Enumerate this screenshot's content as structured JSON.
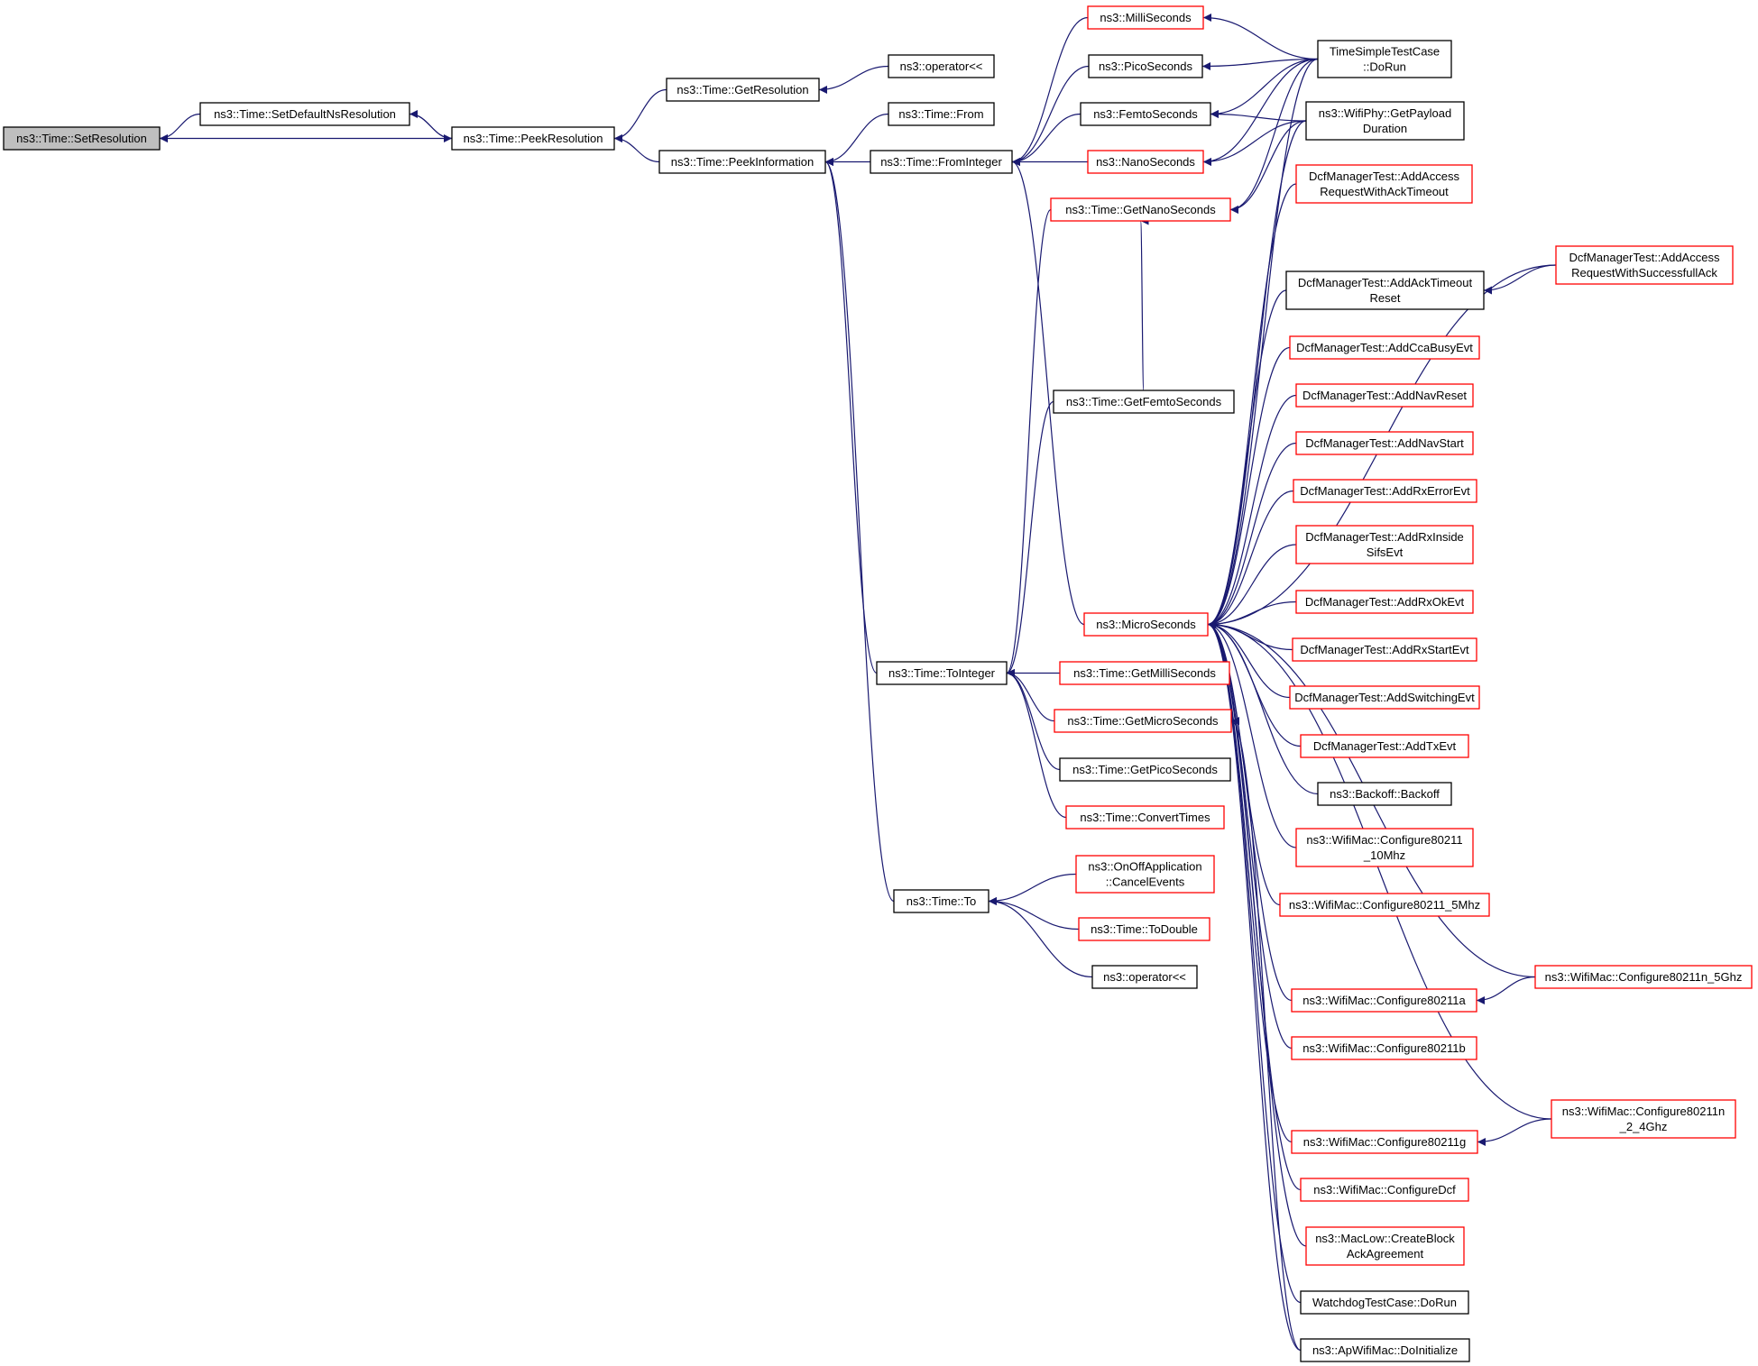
{
  "colors": {
    "edge": "#191970",
    "border_default": "#000000",
    "border_truncated": "#ff0000",
    "fill_default": "#ffffff",
    "fill_focus": "#bfbfbf"
  },
  "nodes": [
    {
      "id": "set_resolution",
      "lines": [
        "ns3::Time::SetResolution"
      ],
      "style": "focus"
    },
    {
      "id": "set_default_ns_resolution",
      "lines": [
        "ns3::Time::SetDefaultNsResolution"
      ],
      "style": "normal"
    },
    {
      "id": "peek_resolution",
      "lines": [
        "ns3::Time::PeekResolution"
      ],
      "style": "normal"
    },
    {
      "id": "get_resolution",
      "lines": [
        "ns3::Time::GetResolution"
      ],
      "style": "normal"
    },
    {
      "id": "operator_ltlt_1",
      "lines": [
        "ns3::operator<<"
      ],
      "style": "normal"
    },
    {
      "id": "peek_information",
      "lines": [
        "ns3::Time::PeekInformation"
      ],
      "style": "normal"
    },
    {
      "id": "time_from",
      "lines": [
        "ns3::Time::From"
      ],
      "style": "normal"
    },
    {
      "id": "from_integer",
      "lines": [
        "ns3::Time::FromInteger"
      ],
      "style": "normal"
    },
    {
      "id": "milli_seconds",
      "lines": [
        "ns3::MilliSeconds"
      ],
      "style": "truncated"
    },
    {
      "id": "pico_seconds",
      "lines": [
        "ns3::PicoSeconds"
      ],
      "style": "normal"
    },
    {
      "id": "femto_seconds",
      "lines": [
        "ns3::FemtoSeconds"
      ],
      "style": "normal"
    },
    {
      "id": "nano_seconds",
      "lines": [
        "ns3::NanoSeconds"
      ],
      "style": "truncated"
    },
    {
      "id": "get_nano_seconds",
      "lines": [
        "ns3::Time::GetNanoSeconds"
      ],
      "style": "truncated"
    },
    {
      "id": "get_femto_seconds",
      "lines": [
        "ns3::Time::GetFemtoSeconds"
      ],
      "style": "normal"
    },
    {
      "id": "micro_seconds",
      "lines": [
        "ns3::MicroSeconds"
      ],
      "style": "truncated"
    },
    {
      "id": "to_integer",
      "lines": [
        "ns3::Time::ToInteger"
      ],
      "style": "normal"
    },
    {
      "id": "get_milli_seconds",
      "lines": [
        "ns3::Time::GetMilliSeconds"
      ],
      "style": "truncated"
    },
    {
      "id": "get_micro_seconds",
      "lines": [
        "ns3::Time::GetMicroSeconds"
      ],
      "style": "truncated"
    },
    {
      "id": "get_pico_seconds",
      "lines": [
        "ns3::Time::GetPicoSeconds"
      ],
      "style": "normal"
    },
    {
      "id": "convert_times",
      "lines": [
        "ns3::Time::ConvertTimes"
      ],
      "style": "truncated"
    },
    {
      "id": "time_to",
      "lines": [
        "ns3::Time::To"
      ],
      "style": "normal"
    },
    {
      "id": "cancel_events",
      "lines": [
        "ns3::OnOffApplication",
        "::CancelEvents"
      ],
      "style": "truncated"
    },
    {
      "id": "to_double",
      "lines": [
        "ns3::Time::ToDouble"
      ],
      "style": "truncated"
    },
    {
      "id": "operator_ltlt_2",
      "lines": [
        "ns3::operator<<"
      ],
      "style": "normal"
    },
    {
      "id": "time_simple_do_run",
      "lines": [
        "TimeSimpleTestCase",
        "::DoRun"
      ],
      "style": "normal"
    },
    {
      "id": "get_payload_duration",
      "lines": [
        "ns3::WifiPhy::GetPayload",
        "Duration"
      ],
      "style": "normal"
    },
    {
      "id": "add_access_ack_timeout",
      "lines": [
        "DcfManagerTest::AddAccess",
        "RequestWithAckTimeout"
      ],
      "style": "truncated"
    },
    {
      "id": "add_ack_timeout_reset",
      "lines": [
        "DcfManagerTest::AddAckTimeout",
        "Reset"
      ],
      "style": "normal"
    },
    {
      "id": "add_access_successful_ack",
      "lines": [
        "DcfManagerTest::AddAccess",
        "RequestWithSuccessfullAck"
      ],
      "style": "truncated"
    },
    {
      "id": "add_cca_busy",
      "lines": [
        "DcfManagerTest::AddCcaBusyEvt"
      ],
      "style": "truncated"
    },
    {
      "id": "add_nav_reset",
      "lines": [
        "DcfManagerTest::AddNavReset"
      ],
      "style": "truncated"
    },
    {
      "id": "add_nav_start",
      "lines": [
        "DcfManagerTest::AddNavStart"
      ],
      "style": "truncated"
    },
    {
      "id": "add_rx_error",
      "lines": [
        "DcfManagerTest::AddRxErrorEvt"
      ],
      "style": "truncated"
    },
    {
      "id": "add_rx_inside_sifs",
      "lines": [
        "DcfManagerTest::AddRxInside",
        "SifsEvt"
      ],
      "style": "truncated"
    },
    {
      "id": "add_rx_ok",
      "lines": [
        "DcfManagerTest::AddRxOkEvt"
      ],
      "style": "truncated"
    },
    {
      "id": "add_rx_start",
      "lines": [
        "DcfManagerTest::AddRxStartEvt"
      ],
      "style": "truncated"
    },
    {
      "id": "add_switching",
      "lines": [
        "DcfManagerTest::AddSwitchingEvt"
      ],
      "style": "truncated"
    },
    {
      "id": "add_tx",
      "lines": [
        "DcfManagerTest::AddTxEvt"
      ],
      "style": "truncated"
    },
    {
      "id": "backoff",
      "lines": [
        "ns3::Backoff::Backoff"
      ],
      "style": "normal"
    },
    {
      "id": "configure_10mhz",
      "lines": [
        "ns3::WifiMac::Configure80211",
        "_10Mhz"
      ],
      "style": "truncated"
    },
    {
      "id": "configure_5mhz",
      "lines": [
        "ns3::WifiMac::Configure80211_5Mhz"
      ],
      "style": "truncated"
    },
    {
      "id": "configure_n_5ghz",
      "lines": [
        "ns3::WifiMac::Configure80211n_5Ghz"
      ],
      "style": "truncated"
    },
    {
      "id": "configure_a",
      "lines": [
        "ns3::WifiMac::Configure80211a"
      ],
      "style": "truncated"
    },
    {
      "id": "configure_b",
      "lines": [
        "ns3::WifiMac::Configure80211b"
      ],
      "style": "truncated"
    },
    {
      "id": "configure_n_2_4ghz",
      "lines": [
        "ns3::WifiMac::Configure80211n",
        "_2_4Ghz"
      ],
      "style": "truncated"
    },
    {
      "id": "configure_g",
      "lines": [
        "ns3::WifiMac::Configure80211g"
      ],
      "style": "truncated"
    },
    {
      "id": "configure_dcf",
      "lines": [
        "ns3::WifiMac::ConfigureDcf"
      ],
      "style": "truncated"
    },
    {
      "id": "create_block_ack",
      "lines": [
        "ns3::MacLow::CreateBlock",
        "AckAgreement"
      ],
      "style": "truncated"
    },
    {
      "id": "watchdog_do_run",
      "lines": [
        "WatchdogTestCase::DoRun"
      ],
      "style": "normal"
    },
    {
      "id": "ap_do_initialize",
      "lines": [
        "ns3::ApWifiMac::DoInitialize"
      ],
      "style": "normal"
    }
  ],
  "edges": [
    [
      "set_resolution",
      "set_default_ns_resolution"
    ],
    [
      "set_resolution",
      "peek_resolution"
    ],
    [
      "set_default_ns_resolution",
      "peek_resolution"
    ],
    [
      "peek_resolution",
      "set_default_ns_resolution"
    ],
    [
      "peek_resolution",
      "get_resolution"
    ],
    [
      "peek_resolution",
      "peek_information"
    ],
    [
      "get_resolution",
      "operator_ltlt_1"
    ],
    [
      "peek_information",
      "time_from"
    ],
    [
      "peek_information",
      "from_integer"
    ],
    [
      "peek_information",
      "to_integer"
    ],
    [
      "peek_information",
      "time_to"
    ],
    [
      "from_integer",
      "milli_seconds"
    ],
    [
      "from_integer",
      "pico_seconds"
    ],
    [
      "from_integer",
      "femto_seconds"
    ],
    [
      "from_integer",
      "nano_seconds"
    ],
    [
      "from_integer",
      "micro_seconds"
    ],
    [
      "milli_seconds",
      "time_simple_do_run"
    ],
    [
      "pico_seconds",
      "time_simple_do_run"
    ],
    [
      "femto_seconds",
      "time_simple_do_run"
    ],
    [
      "femto_seconds",
      "get_payload_duration"
    ],
    [
      "nano_seconds",
      "time_simple_do_run"
    ],
    [
      "nano_seconds",
      "get_payload_duration"
    ],
    [
      "get_nano_seconds",
      "time_simple_do_run"
    ],
    [
      "get_nano_seconds",
      "get_payload_duration"
    ],
    [
      "get_nano_seconds",
      "get_femto_seconds"
    ],
    [
      "to_integer",
      "get_nano_seconds"
    ],
    [
      "to_integer",
      "get_femto_seconds"
    ],
    [
      "to_integer",
      "get_milli_seconds"
    ],
    [
      "to_integer",
      "get_micro_seconds"
    ],
    [
      "to_integer",
      "get_pico_seconds"
    ],
    [
      "to_integer",
      "convert_times"
    ],
    [
      "time_to",
      "cancel_events"
    ],
    [
      "time_to",
      "to_double"
    ],
    [
      "time_to",
      "operator_ltlt_2"
    ],
    [
      "get_micro_seconds",
      "ap_do_initialize"
    ],
    [
      "add_ack_timeout_reset",
      "add_access_successful_ack"
    ],
    [
      "configure_a",
      "configure_n_5ghz"
    ],
    [
      "configure_g",
      "configure_n_2_4ghz"
    ],
    [
      "micro_seconds",
      "time_simple_do_run"
    ],
    [
      "micro_seconds",
      "get_payload_duration"
    ],
    [
      "micro_seconds",
      "add_access_ack_timeout"
    ],
    [
      "micro_seconds",
      "add_access_successful_ack"
    ],
    [
      "micro_seconds",
      "add_ack_timeout_reset"
    ],
    [
      "micro_seconds",
      "add_cca_busy"
    ],
    [
      "micro_seconds",
      "add_nav_reset"
    ],
    [
      "micro_seconds",
      "add_nav_start"
    ],
    [
      "micro_seconds",
      "add_rx_error"
    ],
    [
      "micro_seconds",
      "add_rx_inside_sifs"
    ],
    [
      "micro_seconds",
      "add_rx_ok"
    ],
    [
      "micro_seconds",
      "add_rx_start"
    ],
    [
      "micro_seconds",
      "add_switching"
    ],
    [
      "micro_seconds",
      "add_tx"
    ],
    [
      "micro_seconds",
      "backoff"
    ],
    [
      "micro_seconds",
      "configure_10mhz"
    ],
    [
      "micro_seconds",
      "configure_5mhz"
    ],
    [
      "micro_seconds",
      "configure_n_5ghz"
    ],
    [
      "micro_seconds",
      "configure_a"
    ],
    [
      "micro_seconds",
      "configure_b"
    ],
    [
      "micro_seconds",
      "configure_n_2_4ghz"
    ],
    [
      "micro_seconds",
      "configure_g"
    ],
    [
      "micro_seconds",
      "configure_dcf"
    ],
    [
      "micro_seconds",
      "create_block_ack"
    ],
    [
      "micro_seconds",
      "watchdog_do_run"
    ],
    [
      "micro_seconds",
      "ap_do_initialize"
    ]
  ]
}
